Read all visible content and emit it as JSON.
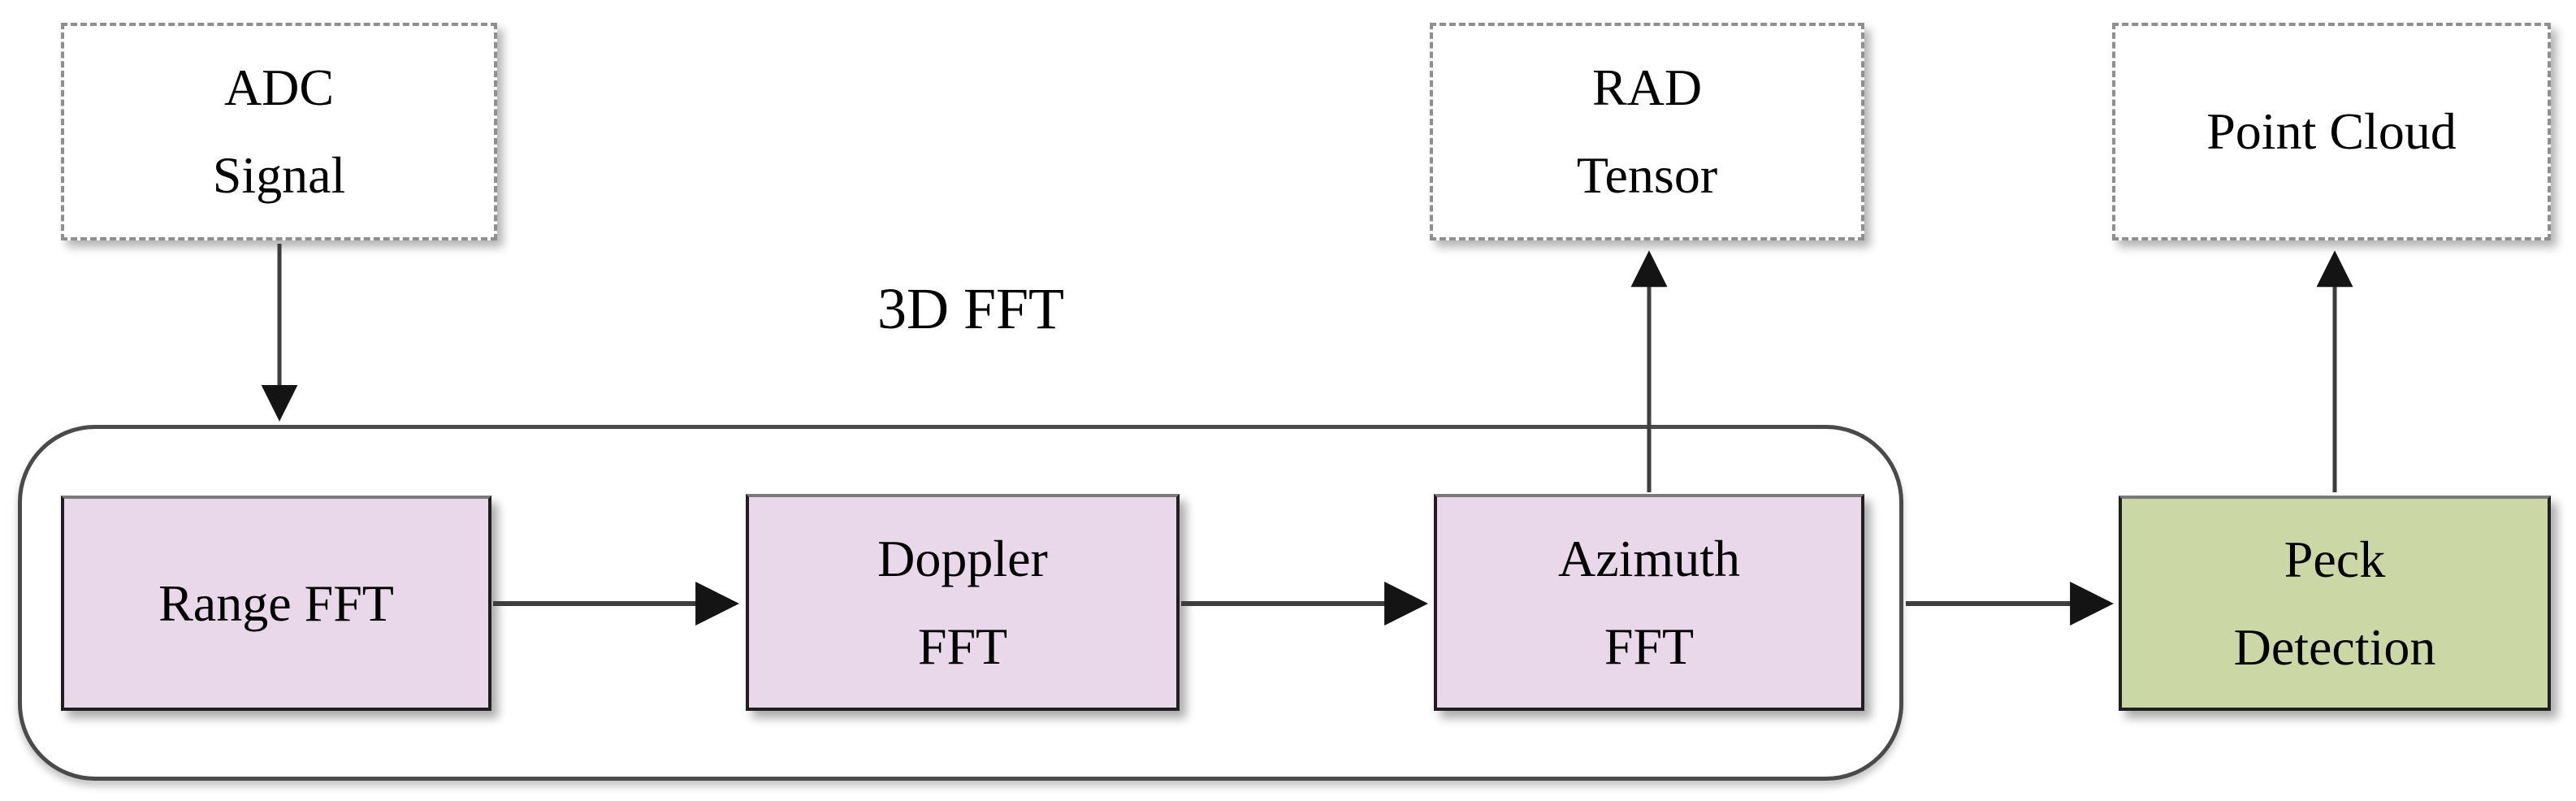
{
  "group_label": "3D FFT",
  "nodes": {
    "adc_signal": {
      "lines": [
        "ADC",
        "Signal"
      ]
    },
    "rad_tensor": {
      "lines": [
        "RAD",
        "Tensor"
      ]
    },
    "point_cloud": {
      "lines": [
        "Point Cloud"
      ]
    },
    "range_fft": {
      "lines": [
        "Range FFT"
      ]
    },
    "doppler_fft": {
      "lines": [
        "Doppler",
        "FFT"
      ]
    },
    "azimuth_fft": {
      "lines": [
        "Azimuth",
        "FFT"
      ]
    },
    "peck_detection": {
      "lines": [
        "Peck",
        "Detection"
      ]
    }
  },
  "colors": {
    "fft_box_fill": "#e8d8e9",
    "detection_box_fill": "#cbd8a6",
    "io_box_fill": "#ffffff",
    "box_border": "#1f1f1f",
    "container_border": "#4a4a4a",
    "dashed_border": "#8f8f8f",
    "arrow": "#3d3d3d",
    "arrow_head": "#141414",
    "text": "#000000"
  }
}
